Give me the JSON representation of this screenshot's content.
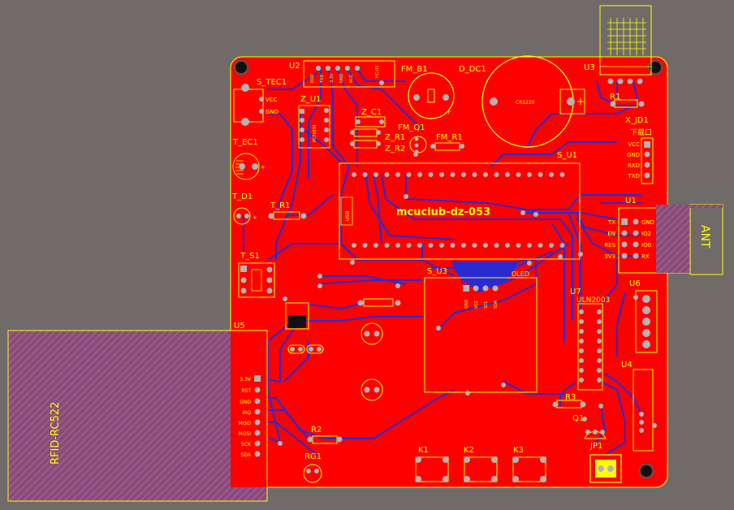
{
  "colors": {
    "background": "#706b69",
    "copper": "#ff0000",
    "silkscreen": "#ffff00",
    "trace": "#2a2ad4",
    "pad": "#b4b4b4",
    "keepout": "#8c3c78"
  },
  "board_title": "mcuclub-dz-053",
  "labels": {
    "u2": "U2",
    "fm_b1": "FM_B1",
    "d_dc1": "D_DC1",
    "u3": "U3",
    "s_tec1": "S_TEC1",
    "z_u1": "Z_U1",
    "z_c1": "Z_C1",
    "z_r1": "Z_R1",
    "z_r2": "Z_R2",
    "fm_q1": "FM_Q1",
    "fm_r1": "FM_R1",
    "r1": "R1",
    "x_jd1": "X_JD1",
    "t_ec1": "T_EC1",
    "s_u1": "S_U1",
    "t_d1": "T_D1",
    "t_r1": "T_R1",
    "u1": "U1",
    "t_s1": "T_S1",
    "s_u3": "S_U3",
    "oled": "OLED",
    "u7": "U7",
    "uln2003": "ULN2003",
    "u6": "U6",
    "u5": "U5",
    "u4": "U4",
    "r3": "R3",
    "q1": "Q1",
    "r2": "R2",
    "jp1": "JP1",
    "rg1": "RG1",
    "k1": "K1",
    "k2": "K2",
    "k3": "K3",
    "ant": "ANT",
    "rfid": "RFID-RC522",
    "vcc": "VCC",
    "gnd": "GND",
    "serial_port": "下载口"
  },
  "pin_lists": {
    "x_jd1": [
      "VCC",
      "GND",
      "RXD",
      "TXD"
    ],
    "u1_left": [
      "TX",
      "EN",
      "RES",
      "3V3"
    ],
    "u1_right": [
      "GND",
      "IO2",
      "IO0",
      "RX"
    ],
    "u5": [
      "3.3V",
      "RST",
      "GND",
      "IRQ",
      "MISO",
      "MOSI",
      "SCK",
      "SDA"
    ]
  }
}
